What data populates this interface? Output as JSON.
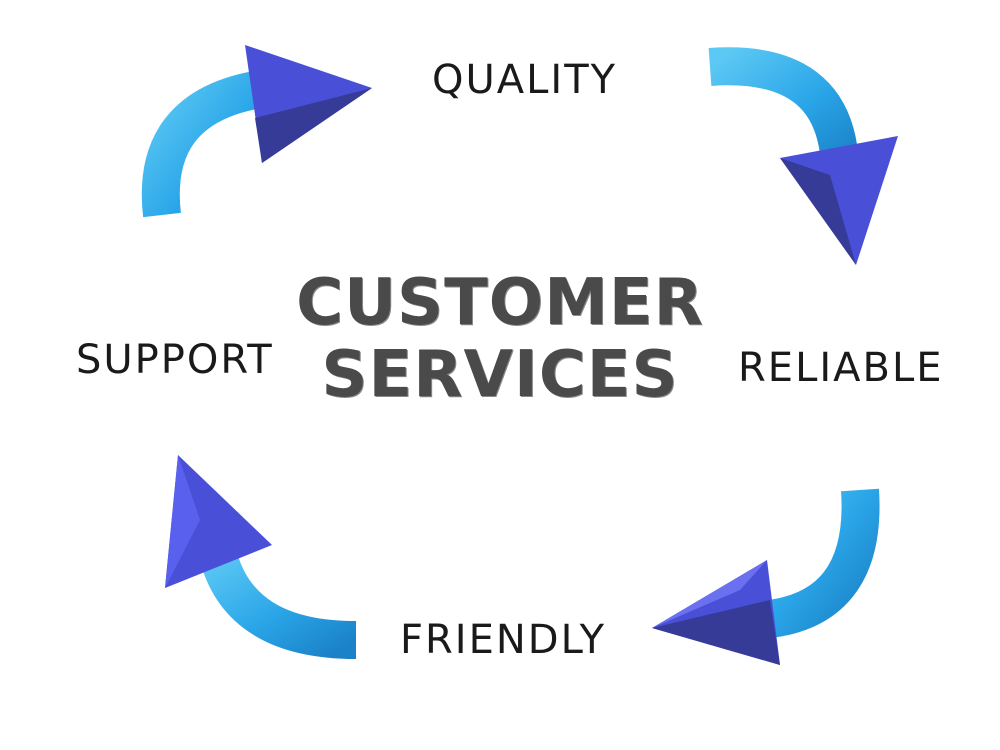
{
  "center": {
    "line1": "CUSTOMER",
    "line2": "SERVICES"
  },
  "cycle": {
    "items": [
      {
        "label": "QUALITY"
      },
      {
        "label": "RELIABLE"
      },
      {
        "label": "FRIENDLY"
      },
      {
        "label": "SUPPORT"
      }
    ]
  },
  "colors": {
    "arc": "#2aa6e8",
    "arrowhead": "#4a4fd8",
    "arrowhead_shadow": "#363b98",
    "center_text": "#4a4a4a",
    "label_text": "#1a1a1a"
  },
  "icons": {
    "arrows": [
      "curved-arrow-icon",
      "curved-arrow-icon",
      "curved-arrow-icon",
      "curved-arrow-icon"
    ]
  }
}
